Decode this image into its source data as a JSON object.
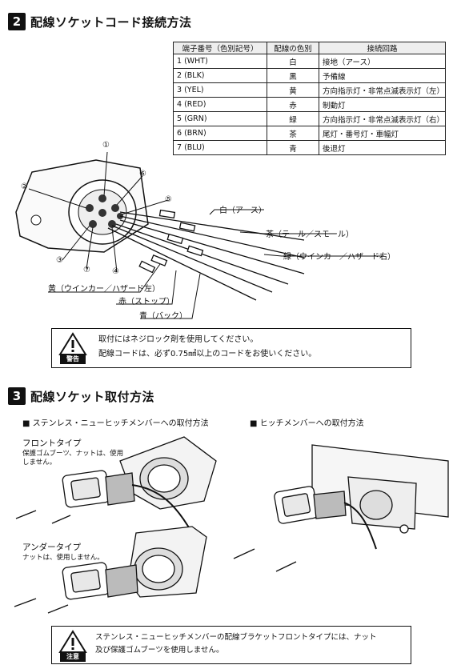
{
  "section2": {
    "number": "2",
    "title": "配線ソケットコード接続方法"
  },
  "table": {
    "headers": [
      "端子番号（色別記号）",
      "配線の色別",
      "接続回路"
    ],
    "rows": [
      [
        "1 (WHT)",
        "白",
        "接地（アース）"
      ],
      [
        "2 (BLK)",
        "黒",
        "予備線"
      ],
      [
        "3 (YEL)",
        "黄",
        "方向指示灯・非常点滅表示灯（左）"
      ],
      [
        "4 (RED)",
        "赤",
        "制動灯"
      ],
      [
        "5 (GRN)",
        "緑",
        "方向指示灯・非常点滅表示灯（右）"
      ],
      [
        "6 (BRN)",
        "茶",
        "尾灯・番号灯・車幅灯"
      ],
      [
        "7 (BLU)",
        "青",
        "後退灯"
      ]
    ]
  },
  "diagram": {
    "pins": [
      "①",
      "②",
      "③",
      "④",
      "⑤",
      "⑥",
      "⑦"
    ],
    "labels": {
      "white": "白（アース）",
      "brown": "茶（テール／スモール）",
      "green": "緑（ウインカー／ハザード右）",
      "yellow": "黄（ウインカー／ハザード左）",
      "red": "赤（ストップ）",
      "blue": "青（バック）"
    }
  },
  "warning1": {
    "icon_label": "警告",
    "line1": "取付にはネジロック剤を使用してください。",
    "line2": "配線コードは、必ず0.75㎟以上のコードをお使いください。"
  },
  "section3": {
    "number": "3",
    "title": "配線ソケット取付方法"
  },
  "mount": {
    "left_heading": "■ ステンレス・ニューヒッチメンバーへの取付方法",
    "right_heading": "■ ヒッチメンバーへの取付方法",
    "front_type": "フロントタイプ",
    "front_note": "保護ゴムブーツ、ナットは、使用しません。",
    "under_type": "アンダータイプ",
    "under_note": "ナットは、使用しません。"
  },
  "warning2": {
    "icon_label": "注意",
    "line1": "ステンレス・ニューヒッチメンバーの配線ブラケットフロントタイプには、ナット",
    "line2": "及び保護ゴムブーツを使用しません。"
  }
}
